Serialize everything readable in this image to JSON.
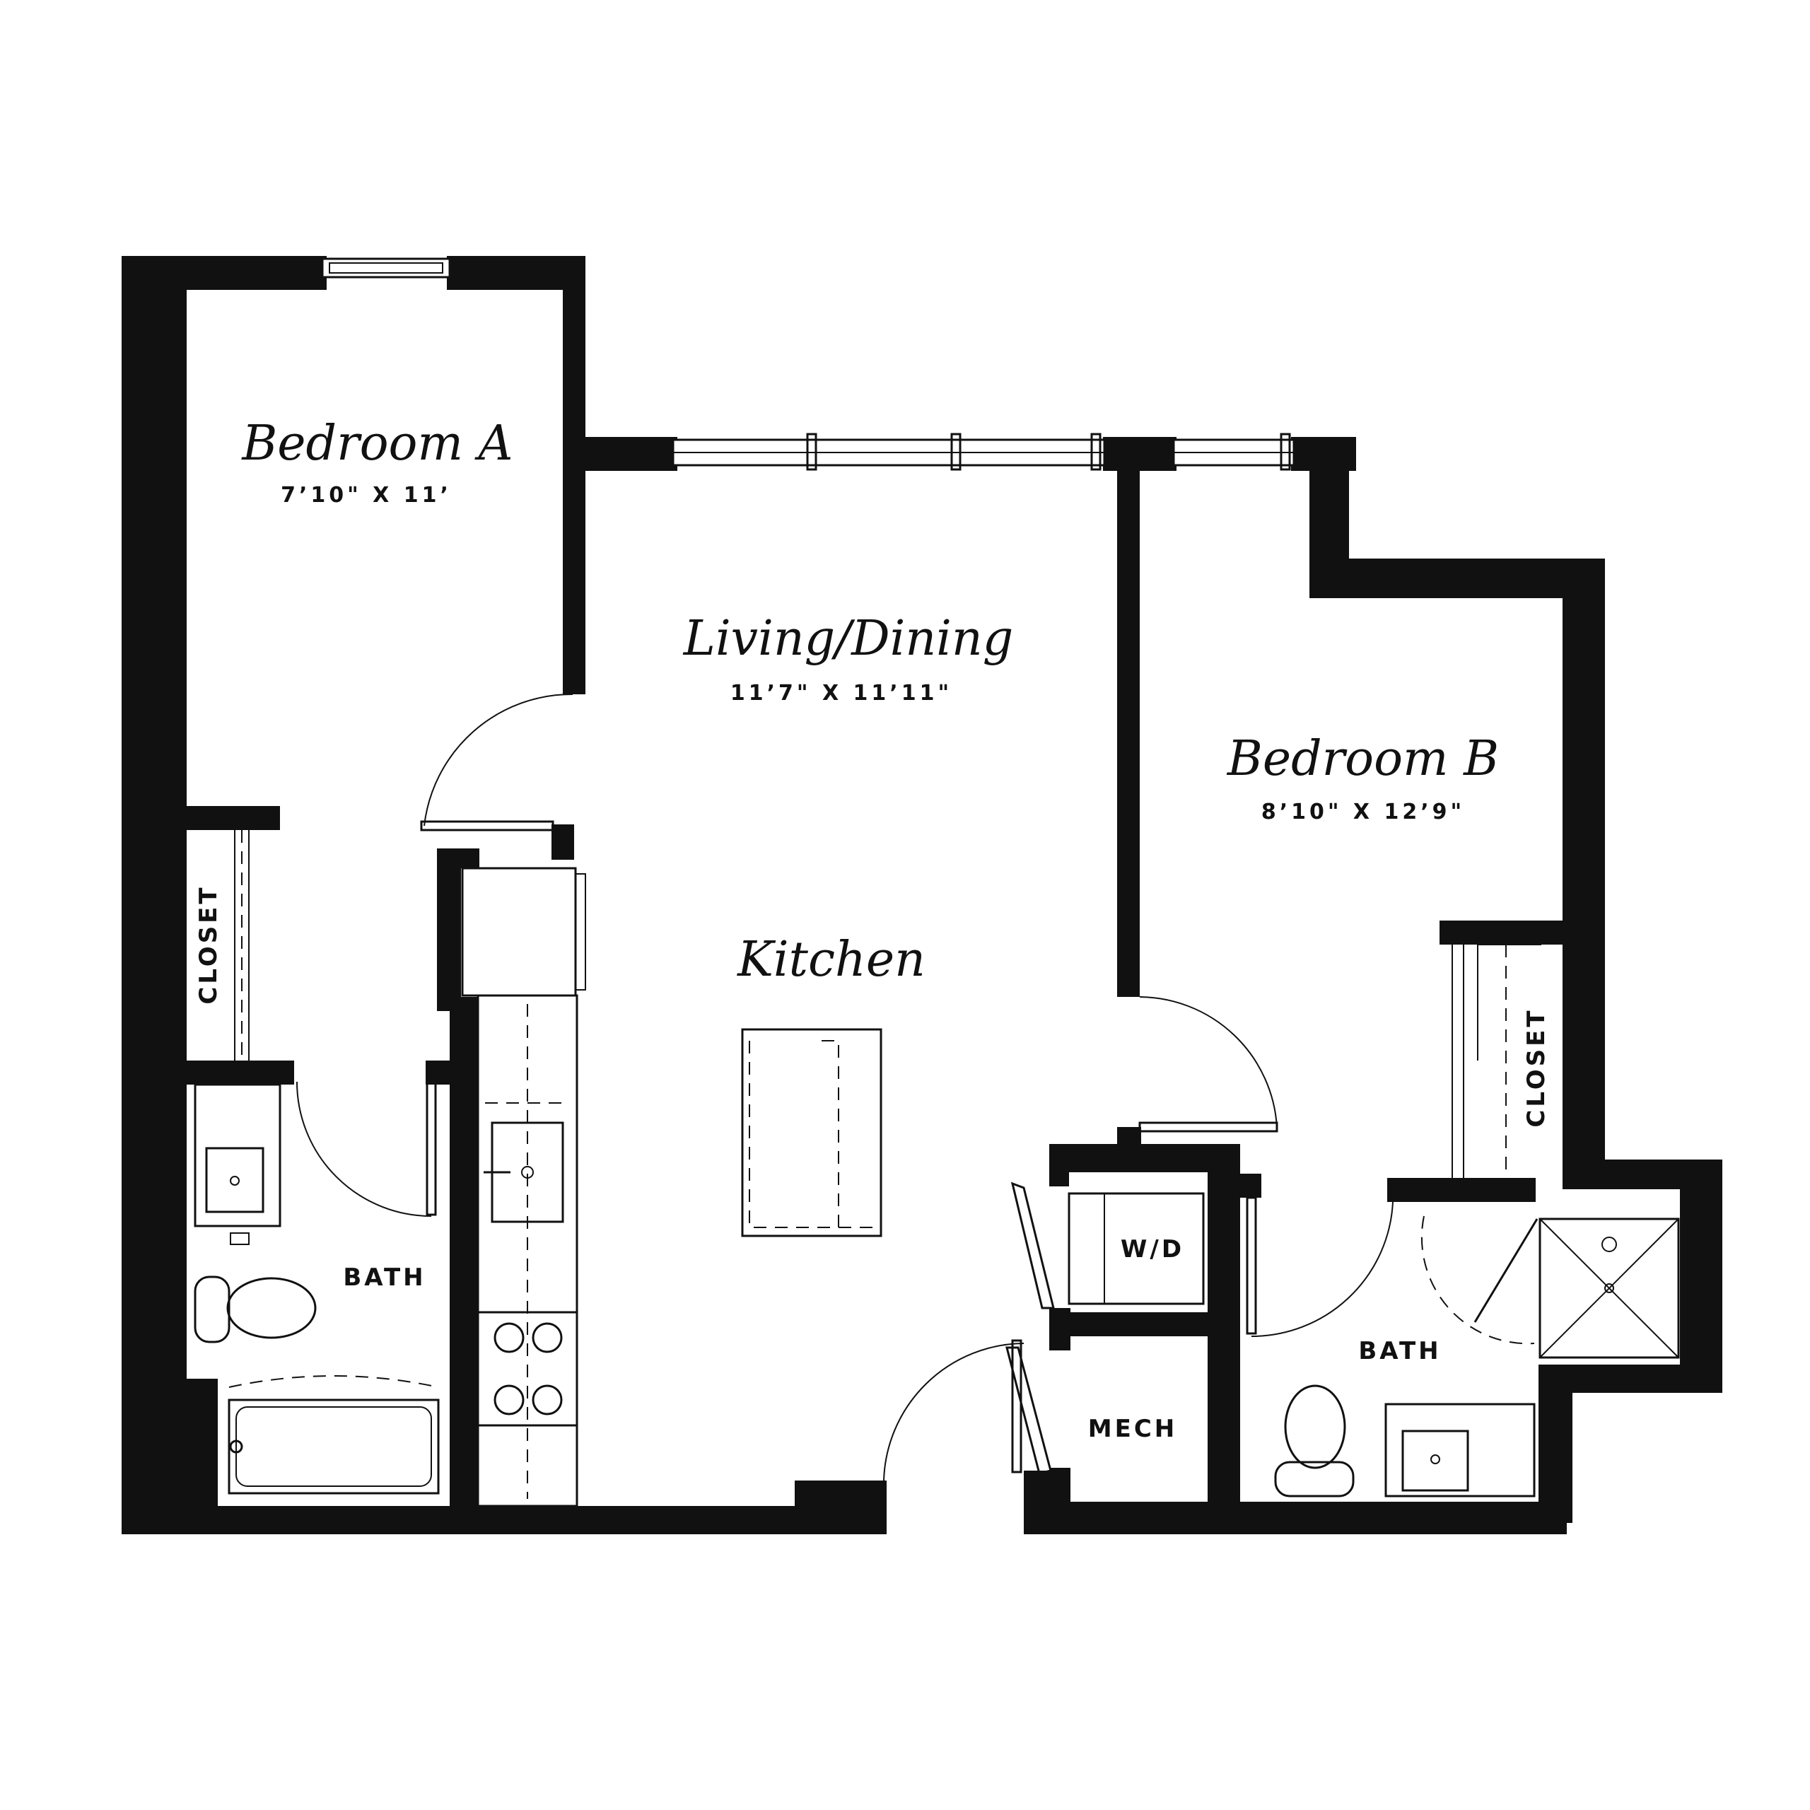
{
  "rooms": {
    "bedroom_a": {
      "name": "Bedroom A",
      "dims": "7’10\" X 11’"
    },
    "living_dining": {
      "name": "Living/Dining",
      "dims": "11’7\" X 11’11\""
    },
    "bedroom_b": {
      "name": "Bedroom B",
      "dims": "8’10\" X 12’9\""
    },
    "kitchen": {
      "name": "Kitchen"
    }
  },
  "labels": {
    "closet_a": "CLOSET",
    "closet_b": "CLOSET",
    "bath_a": "BATH",
    "bath_b": "BATH",
    "wd": "W/D",
    "mech": "MECH"
  },
  "colors": {
    "wall": "#111111",
    "background": "#ffffff"
  }
}
